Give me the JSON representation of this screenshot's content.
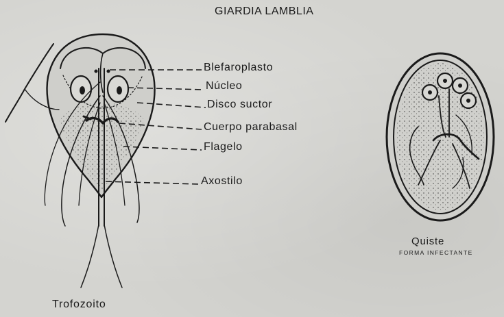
{
  "title": "GIARDIA LAMBLIA",
  "labels": {
    "blefaroplasto": "Blefaroplasto",
    "nucleo": "Núcleo",
    "disco_suctor": "Disco suctor",
    "cuerpo_parabasal": "Cuerpo parabasal",
    "flagelo": "Flagelo",
    "axostilo": "Axostilo"
  },
  "trofozoito": "Trofozoito",
  "quiste": {
    "name": "Quiste",
    "caption": "FORMA INFECTANTE"
  },
  "colors": {
    "paper": "#d4d4d0",
    "ink": "#1a1a1a"
  }
}
